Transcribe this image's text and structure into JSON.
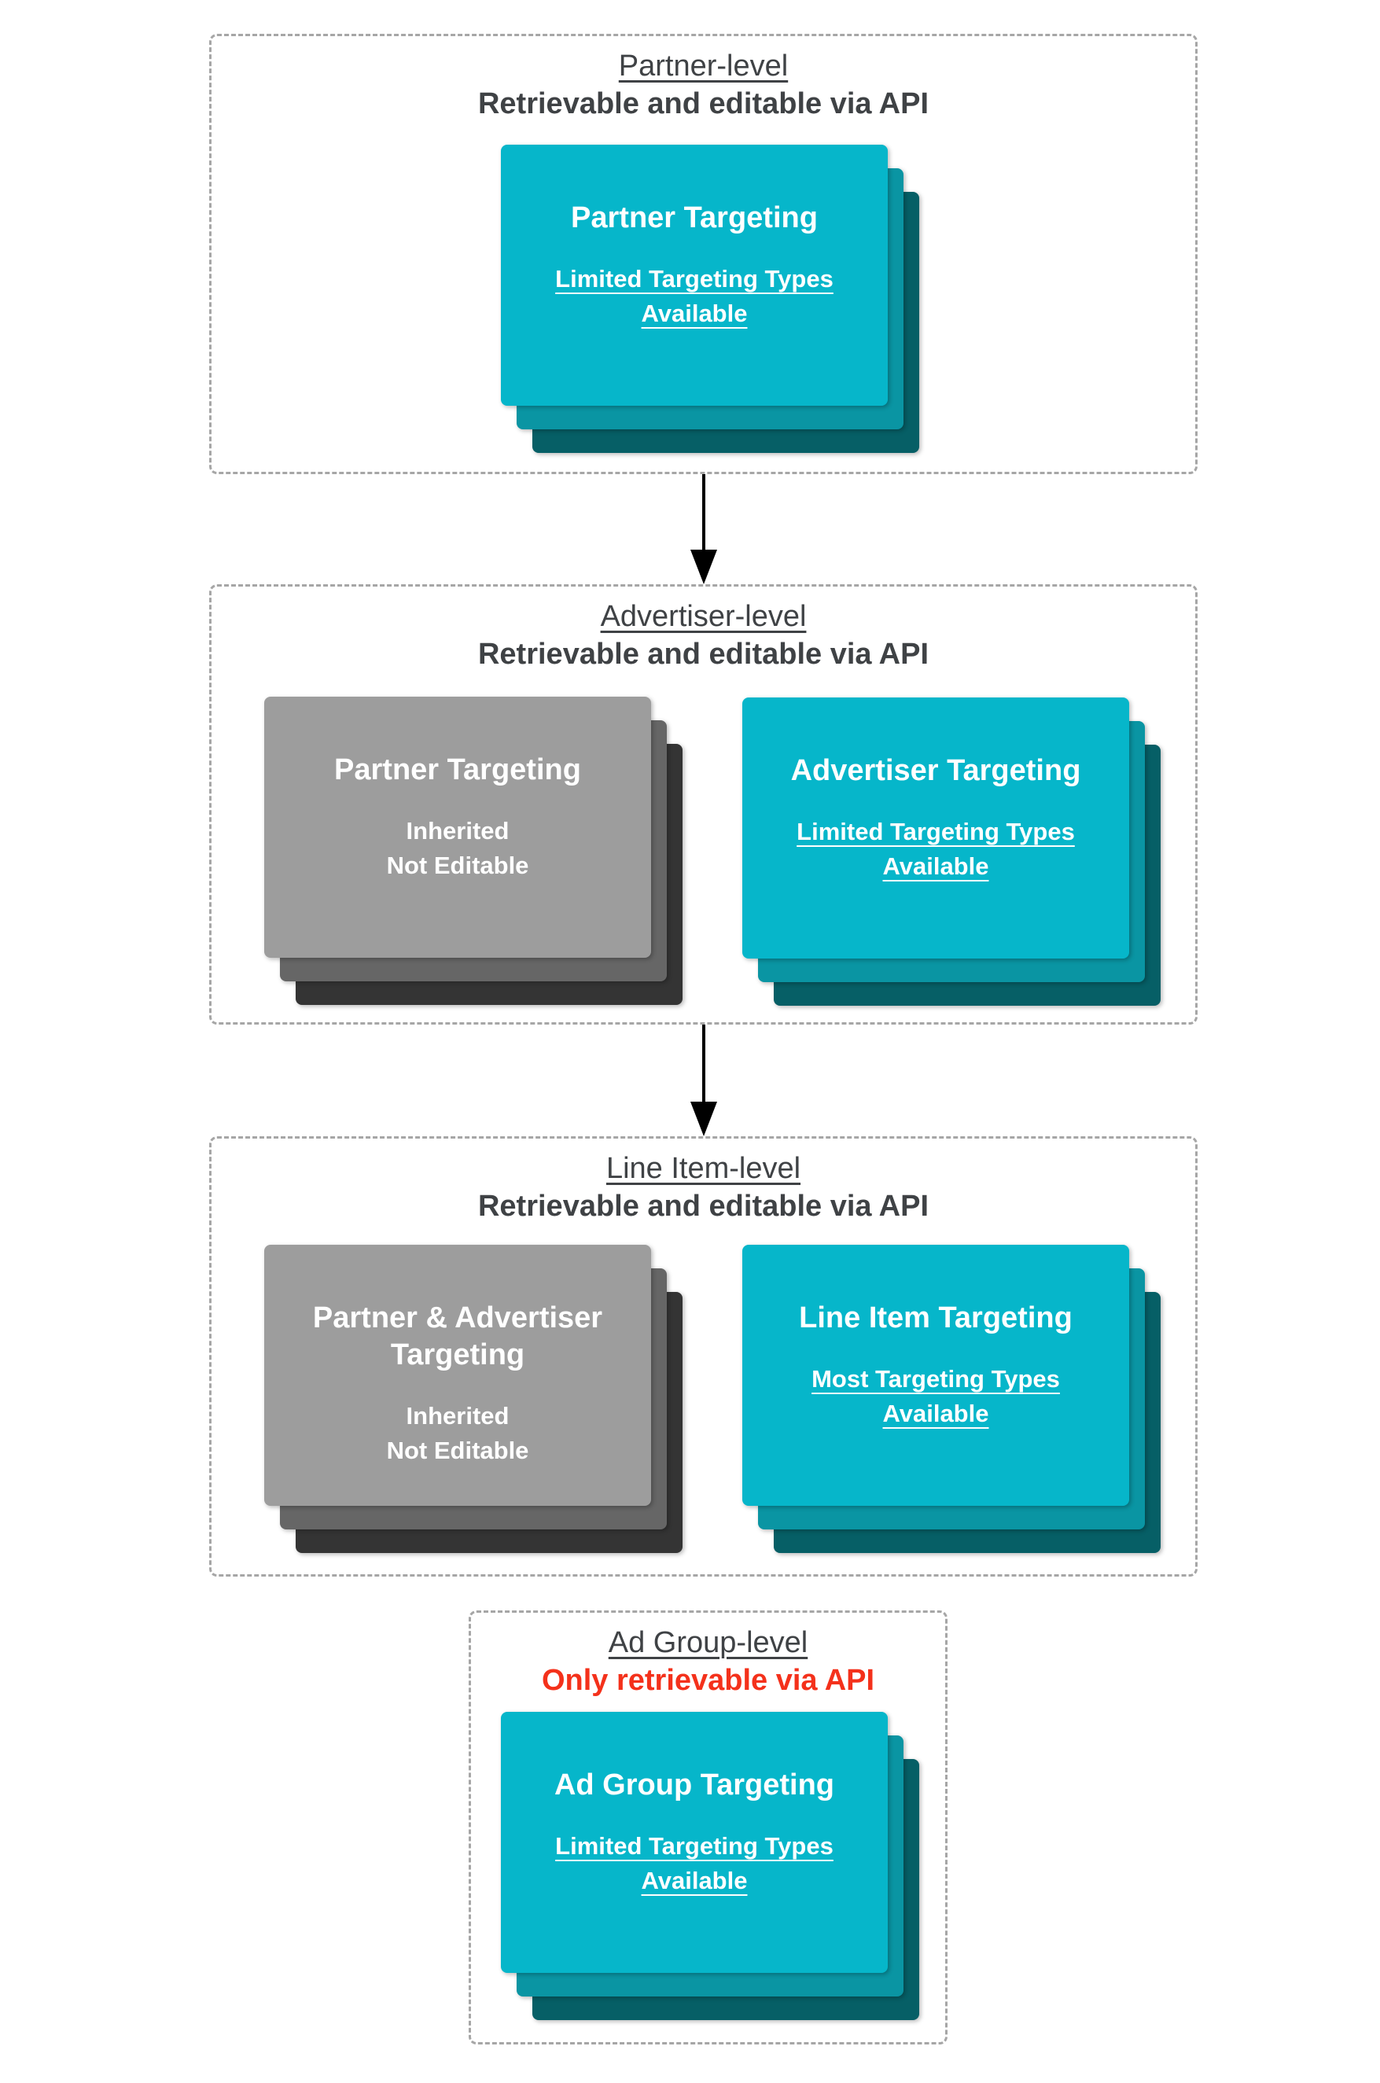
{
  "palette": {
    "cyan_front": "#06b6ca",
    "cyan_mid": "#0a95a3",
    "cyan_back": "#065f66",
    "gray_front": "#9d9d9d",
    "gray_mid": "#666666",
    "gray_back": "#343434",
    "heading": "#3f4245",
    "red": "#f4311b",
    "arrow": "#000000",
    "border": "#a6a6a6"
  },
  "sections": [
    {
      "title": "Partner-level",
      "subtitle": "Retrievable and editable via API",
      "cards": [
        {
          "variant": "cyan",
          "title": "Partner Targeting",
          "body_lines": [
            "Limited Targeting Types",
            "Available"
          ],
          "body_underline": true
        }
      ]
    },
    {
      "title": "Advertiser-level",
      "subtitle": "Retrievable and editable via API",
      "cards": [
        {
          "variant": "gray",
          "title": "Partner Targeting",
          "body_lines": [
            "Inherited",
            "Not Editable"
          ],
          "body_underline": false
        },
        {
          "variant": "cyan",
          "title": "Advertiser Targeting",
          "body_lines": [
            "Limited Targeting Types",
            "Available"
          ],
          "body_underline": true
        }
      ]
    },
    {
      "title": "Line Item-level",
      "subtitle": "Retrievable and editable via API",
      "cards": [
        {
          "variant": "gray",
          "title": "Partner & Advertiser Targeting",
          "body_lines": [
            "Inherited",
            "Not Editable"
          ],
          "body_underline": false
        },
        {
          "variant": "cyan",
          "title": "Line Item Targeting",
          "body_lines": [
            "Most Targeting Types",
            "Available"
          ],
          "body_underline": true
        }
      ]
    },
    {
      "title": "Ad Group-level",
      "subtitle": "Only retrievable via API",
      "cards": [
        {
          "variant": "cyan",
          "title": "Ad Group Targeting",
          "body_lines": [
            "Limited Targeting Types",
            "Available"
          ],
          "body_underline": true
        }
      ]
    }
  ]
}
